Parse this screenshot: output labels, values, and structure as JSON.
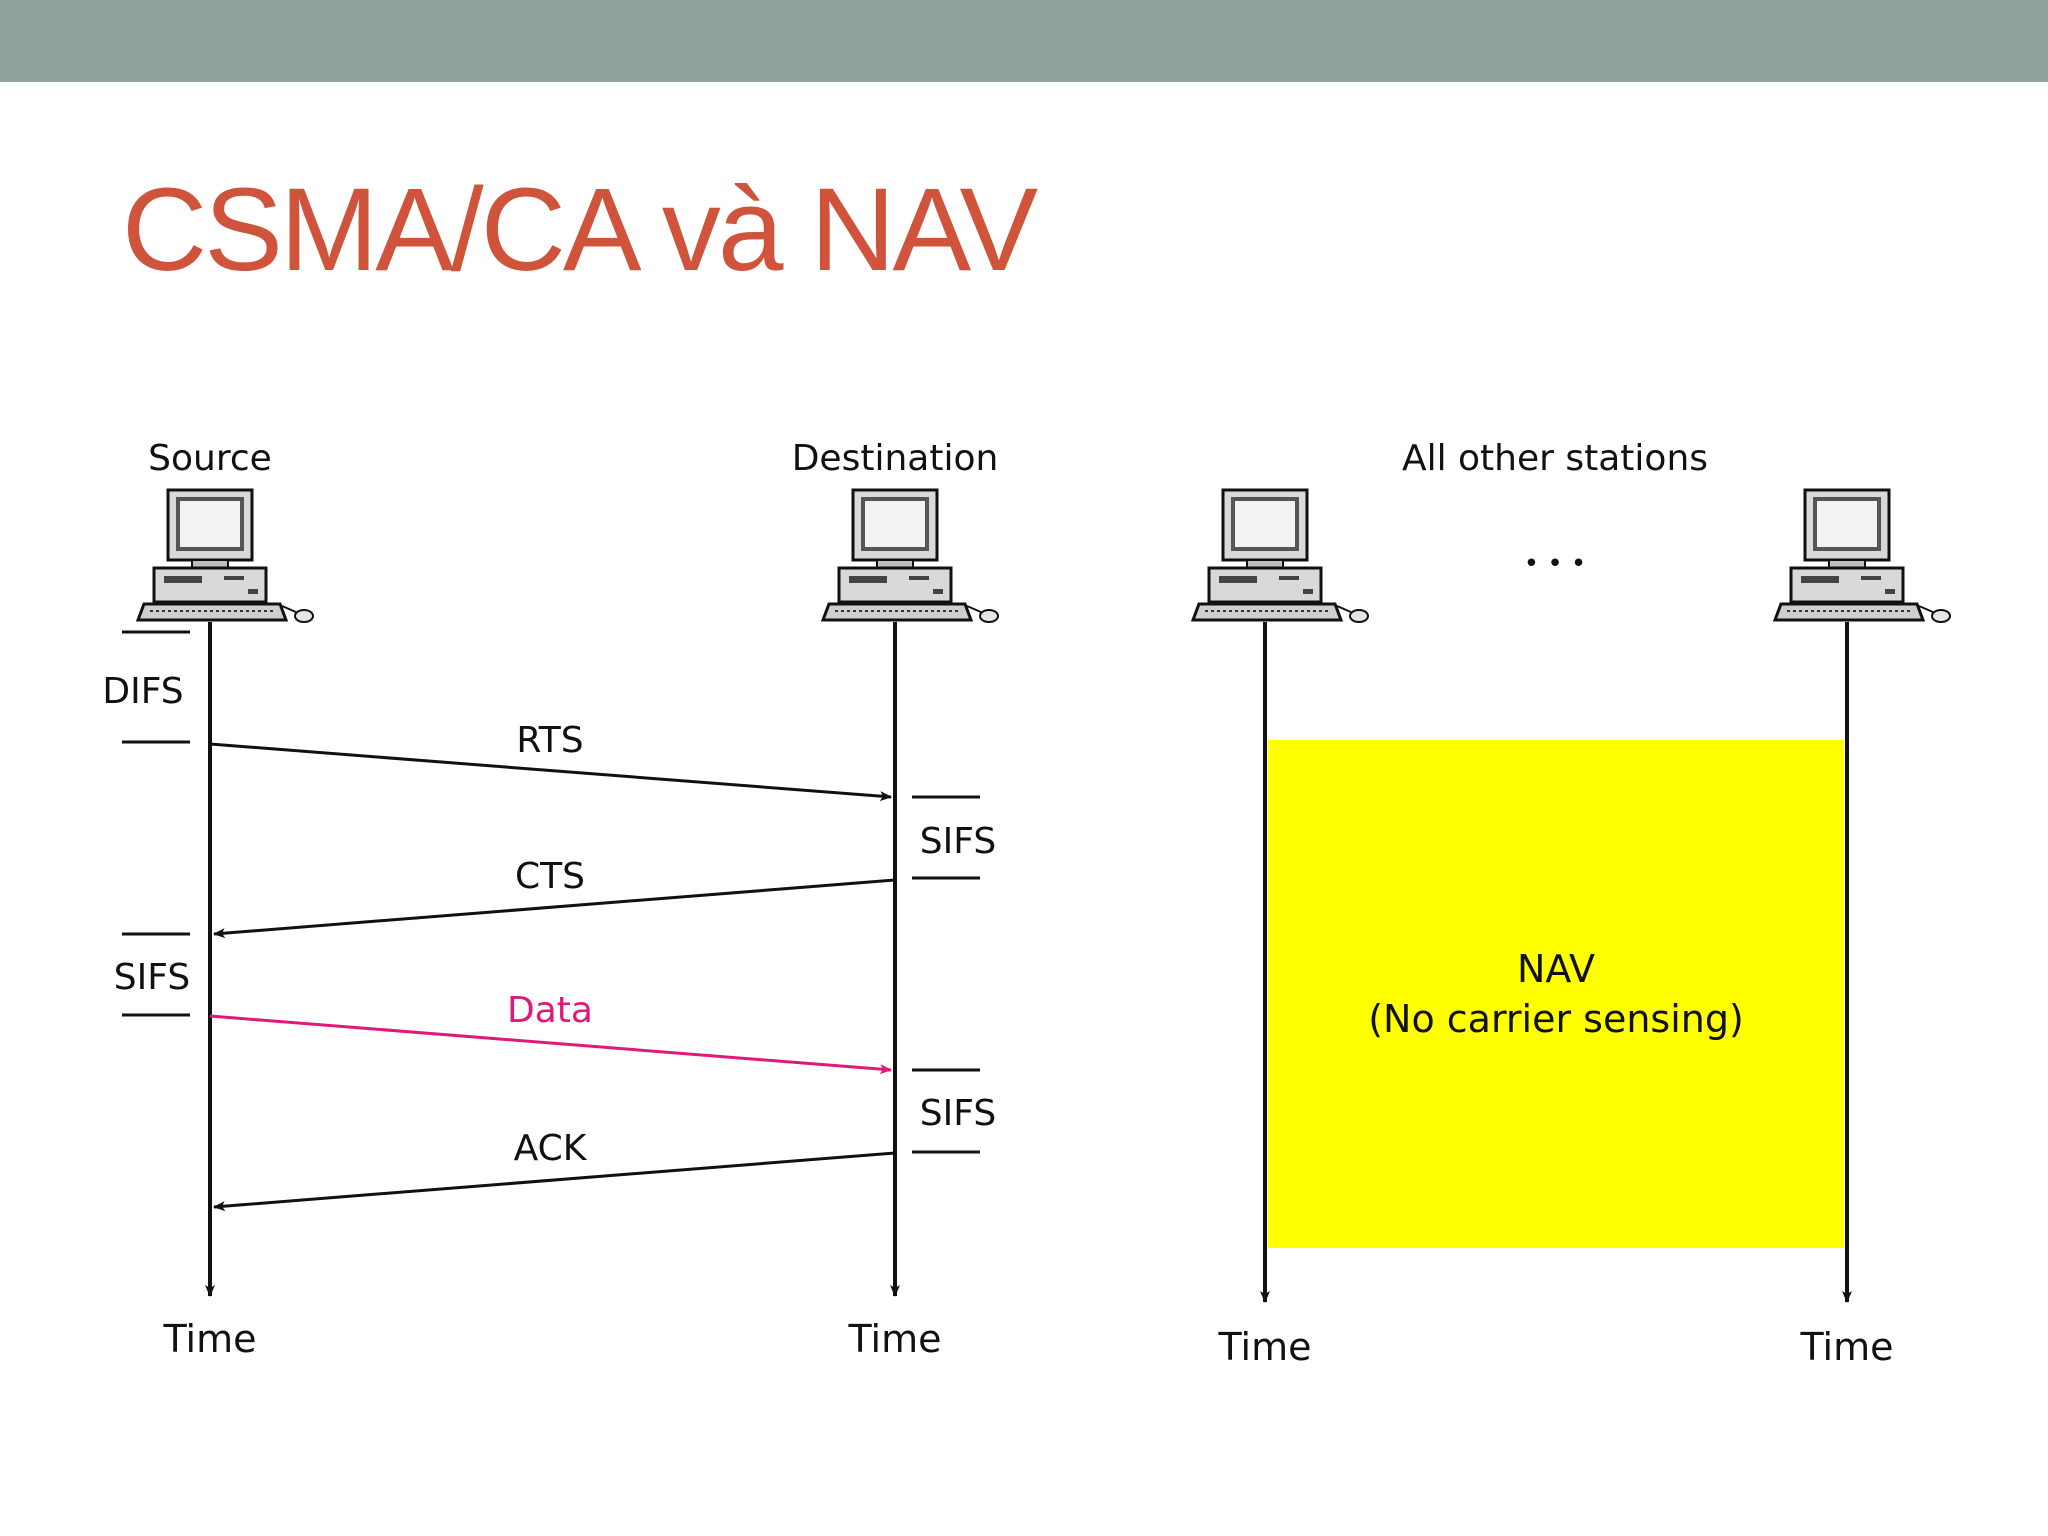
{
  "slide": {
    "title": "CSMA/CA và NAV"
  },
  "diagram": {
    "stations": {
      "source": "Source",
      "destination": "Destination",
      "others": "All other stations",
      "ellipsis": "• • •"
    },
    "time_label": "Time",
    "intervals": {
      "difs": "DIFS",
      "sifs": "SIFS"
    },
    "frames": {
      "rts": "RTS",
      "cts": "CTS",
      "data": "Data",
      "ack": "ACK"
    },
    "nav": {
      "label": "NAV",
      "note": "(No carrier sensing)"
    },
    "colors": {
      "nav_fill": "#ffff00",
      "data_arrow": "#e0187a",
      "title": "#d0543b",
      "top_bar": "#8fa39a"
    },
    "icons": [
      "computer-icon"
    ]
  }
}
